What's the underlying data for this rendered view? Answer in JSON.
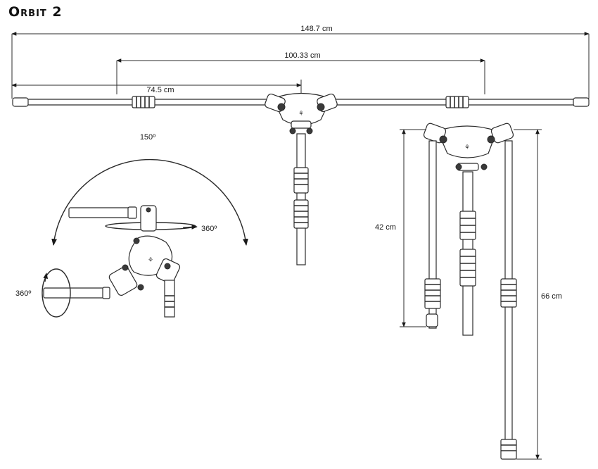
{
  "title": "Orbit 2",
  "dimensions": {
    "total_span": "148.7 cm",
    "inner_span": "100.33 cm",
    "arm_length": "74.5 cm",
    "short_leg": "42 cm",
    "long_leg": "66 cm"
  },
  "rotation": {
    "tilt_angle": "150º",
    "pan_head": "360º",
    "pan_arm": "360º"
  }
}
